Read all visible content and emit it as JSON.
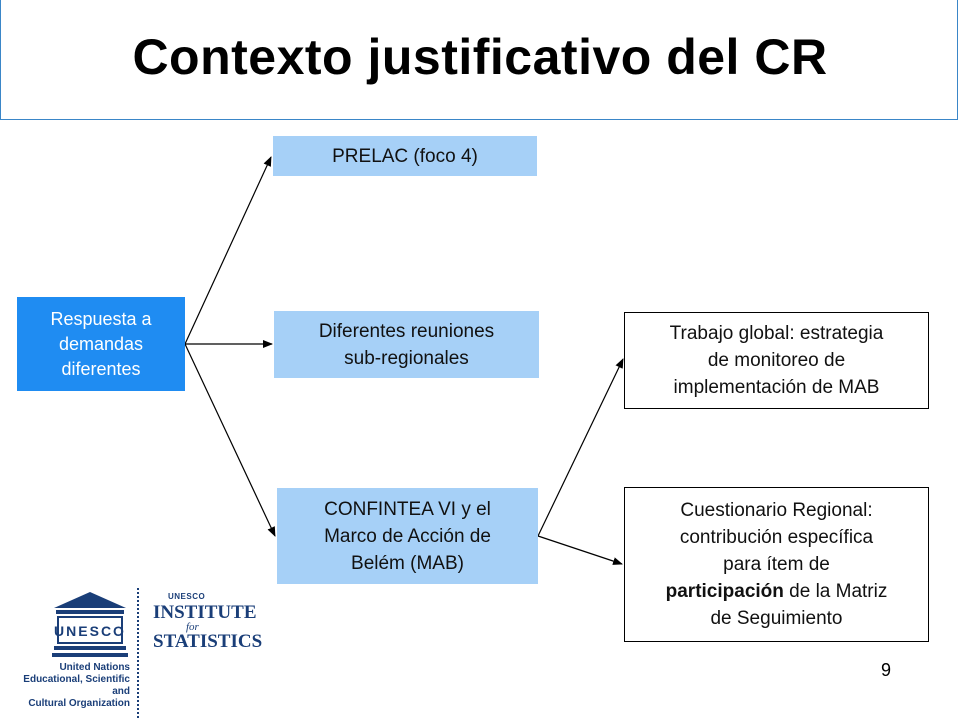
{
  "title": "Contexto justificativo del CR",
  "source_box": {
    "lines": [
      "Respuesta a",
      "demandas",
      "diferentes"
    ]
  },
  "prelac_box": {
    "text": "PRELAC (foco 4)"
  },
  "reuniones_box": {
    "lines": [
      "Diferentes reuniones",
      "sub-regionales"
    ]
  },
  "confintea_box": {
    "lines": [
      "CONFINTEA VI y el",
      "Marco de Acción de",
      "Belém (MAB)"
    ]
  },
  "trabajo_box": {
    "lines": [
      "Trabajo global: estrategia",
      "de monitoreo de",
      "implementación de MAB"
    ]
  },
  "cuestionario_box": {
    "line1": "Cuestionario Regional:",
    "line2": "contribución específica",
    "line3": "para ítem de",
    "line4_bold": "participación",
    "line4_rest": " de la Matriz",
    "line5": "de Seguimiento"
  },
  "page_number": "9",
  "logos": {
    "unesco_mark": "UNESCO",
    "unesco_lines": [
      "United Nations",
      "Educational, Scientific and",
      "Cultural Organization"
    ],
    "uis_small": "UNESCO",
    "uis_institute": "INSTITUTE",
    "uis_for": "for",
    "uis_statistics": "STATISTICS"
  },
  "colors": {
    "title_border": "#3a86c8",
    "source_fill": "#1f8cf2",
    "box_fill": "#a6d0f7",
    "logo_blue": "#1a3e78"
  }
}
